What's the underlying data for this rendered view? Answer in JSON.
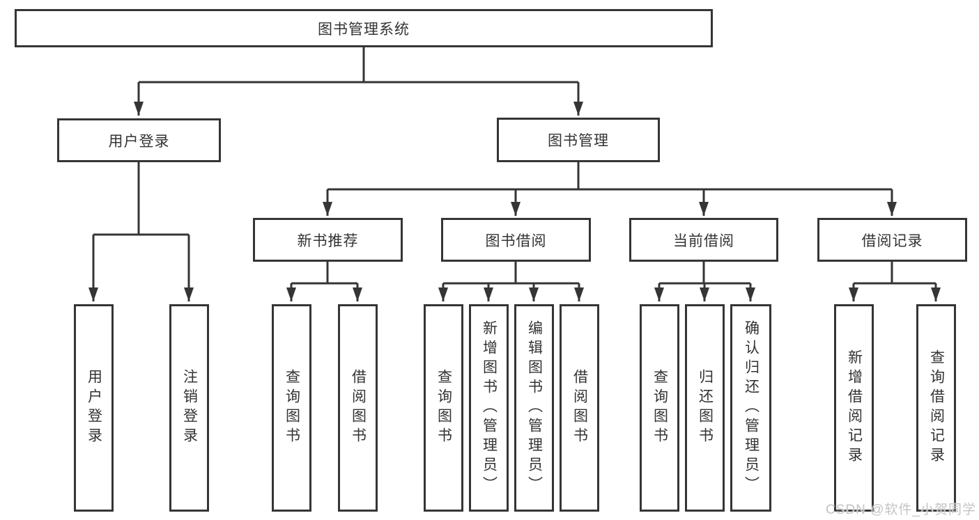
{
  "nodes": {
    "root": "图书管理系统",
    "user_login": "用户登录",
    "book_mgmt": "图书管理",
    "new_books": "新书推荐",
    "book_borrow": "图书借阅",
    "current_borrow": "当前借阅",
    "borrow_records": "借阅记录",
    "leaves": {
      "user_login": [
        "用户登录",
        "注销登录"
      ],
      "new_books": [
        "查询图书",
        "借阅图书"
      ],
      "book_borrow": [
        "查询图书",
        "新增图书（管理员）",
        "编辑图书（管理员）",
        "借阅图书"
      ],
      "current_borrow": [
        "查询图书",
        "归还图书",
        "确认归还（管理员）"
      ],
      "borrow_records": [
        "新增借阅记录",
        "查询借阅记录"
      ]
    }
  },
  "watermark": "CSDN @软件_小贺同学",
  "colors": {
    "line": "#353535",
    "text": "#333333",
    "box_background": "#ffffff",
    "watermark": "#c4c4c4"
  }
}
